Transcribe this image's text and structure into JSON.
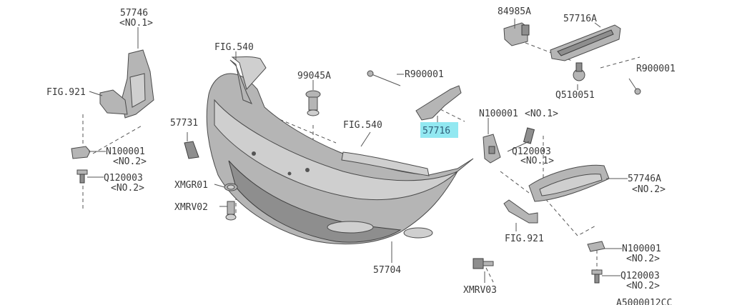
{
  "callouts": {
    "c57746": "57746",
    "c57746_no": "<NO.1>",
    "fig540a": "FIG.540",
    "fig921a": "FIG.921",
    "c99045a": "99045A",
    "r900001a": "R900001",
    "c84985a": "84985A",
    "c57716a": "57716A",
    "r900001b": "R900001",
    "q510051": "Q510051",
    "c57716": "57716",
    "n100001a": "N100001",
    "n100001a_no": "<NO.1>",
    "c57731": "57731",
    "fig540b": "FIG.540",
    "q120003a": "Q120003",
    "q120003a_no": "<NO.1>",
    "n100001b": "N100001",
    "n100001b_no": "<NO.2>",
    "c57746a": "57746A",
    "c57746a_no": "<NO.2>",
    "q120003b": "Q120003",
    "q120003b_no": "<NO.2>",
    "xmgr01": "XMGR01",
    "xmrv02": "XMRV02",
    "fig921b": "FIG.921",
    "c57704": "57704",
    "n100001c": "N100001",
    "n100001c_no": "<NO.2>",
    "q120003c": "Q120003",
    "q120003c_no": "<NO.2>",
    "xmrv03": "XMRV03",
    "diagram_id": "A5000012CC"
  },
  "colors": {
    "highlight": "#7fe4ef",
    "part_fill": "#b5b5b5",
    "line": "#4a4a4a"
  }
}
